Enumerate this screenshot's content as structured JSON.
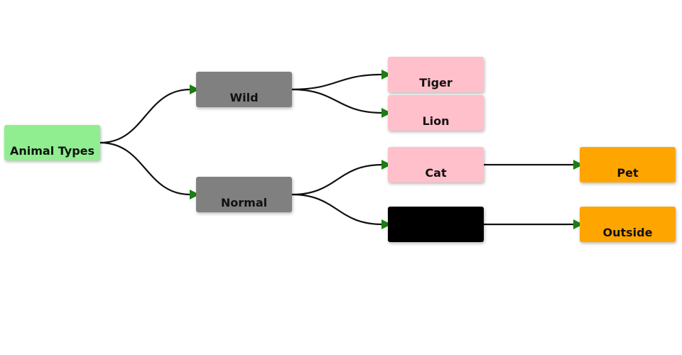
{
  "colors": {
    "root": "#90ee90",
    "category": "#808080",
    "animal": "#ffc0cb",
    "hidden": "#000000",
    "attribute": "#ffa500",
    "edge": "#111111",
    "arrow": "#1a7f12"
  },
  "nodes": {
    "root": "Animal Types",
    "wild": "Wild",
    "normal": "Normal",
    "tiger": "Tiger",
    "lion": "Lion",
    "cat": "Cat",
    "hidden": "",
    "pet": "Pet",
    "outside": "Outside"
  },
  "edges": [
    {
      "from": "root",
      "to": "wild"
    },
    {
      "from": "root",
      "to": "normal"
    },
    {
      "from": "wild",
      "to": "tiger"
    },
    {
      "from": "wild",
      "to": "lion"
    },
    {
      "from": "normal",
      "to": "cat"
    },
    {
      "from": "normal",
      "to": "hidden"
    },
    {
      "from": "cat",
      "to": "pet"
    },
    {
      "from": "hidden",
      "to": "outside"
    }
  ]
}
